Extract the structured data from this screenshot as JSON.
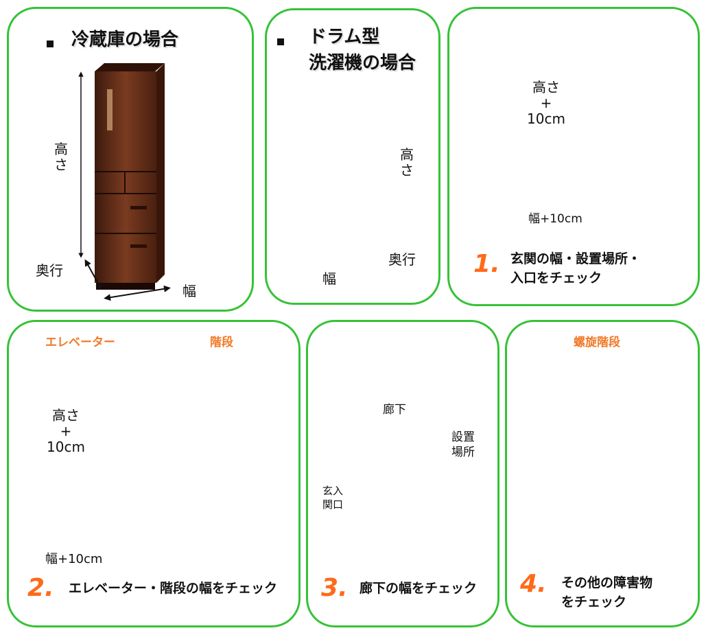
{
  "fridge": {
    "title": "冷蔵庫の場合",
    "height": "高さ",
    "depth": "奥行",
    "width": "幅"
  },
  "washer": {
    "title_line1": "ドラム型",
    "title_line2": "洗濯機の場合",
    "height": "高さ",
    "depth": "奥行",
    "width": "幅"
  },
  "entrance": {
    "height": "高さ\n+\n10cm",
    "width": "幅+10cm",
    "number": "1.",
    "caption": "玄関の幅・設置場所・\n入口をチェック"
  },
  "elevator_stairs": {
    "elevator_title": "エレベーター",
    "stairs_title": "階段",
    "height": "高さ\n+\n10cm",
    "width": "幅+10cm",
    "number": "2.",
    "caption": "エレベーター・階段の幅をチェック"
  },
  "hallway": {
    "hall_label": "廊下",
    "place_label": "設置\n場所",
    "entry_label": "玄入\n関口",
    "number": "3.",
    "caption": "廊下の幅をチェック"
  },
  "spiral": {
    "title": "螺旋階段",
    "number": "4.",
    "caption": "その他の障害物\nをチェック"
  },
  "colors": {
    "panel_border": "#36c236",
    "accent_orange": "#f07a28",
    "number_orange": "#ff6a1a",
    "fridge_brown": "#5a2a17",
    "washer_black": "#1c1c1c",
    "diagram_fill": "#ebebeb"
  }
}
